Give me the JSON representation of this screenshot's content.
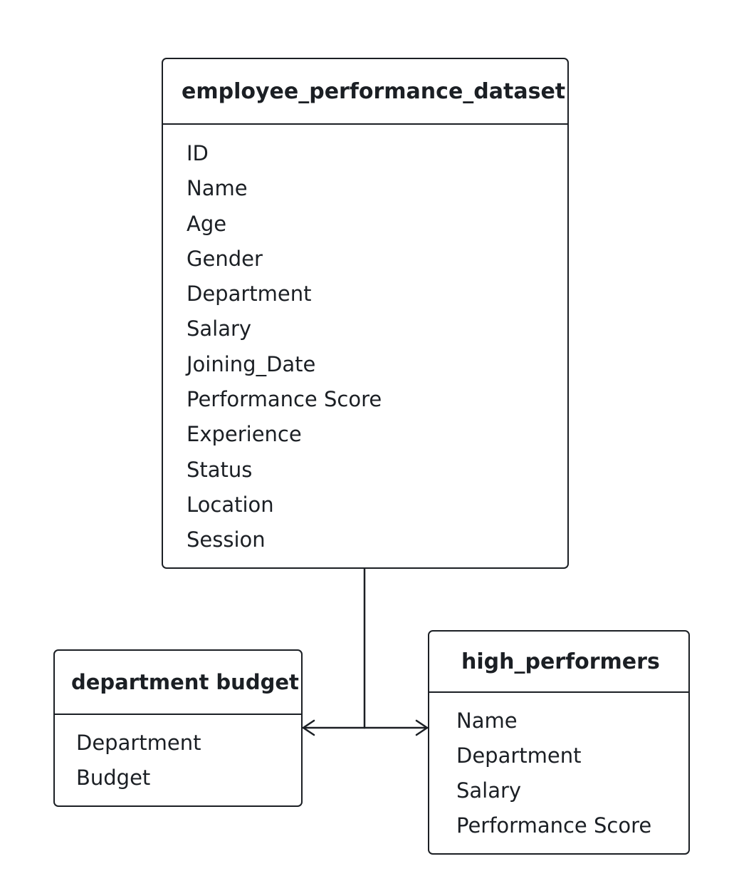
{
  "colors": {
    "stroke": "#1b1f24",
    "background": "#ffffff",
    "text": "#1b1f24"
  },
  "entities": {
    "employee_performance_dataset": {
      "title": "employee_performance_dataset",
      "fields": [
        "ID",
        "Name",
        "Age",
        "Gender",
        "Department",
        "Salary",
        "Joining_Date",
        "Performance Score",
        "Experience",
        "Status",
        "Location",
        "Session"
      ]
    },
    "department_budget": {
      "title": "department budget",
      "fields": [
        "Department",
        "Budget"
      ]
    },
    "high_performers": {
      "title": "high_performers",
      "fields": [
        "Name",
        "Department",
        "Salary",
        "Performance Score"
      ]
    }
  },
  "relationships": [
    {
      "from": "employee_performance_dataset",
      "to": "department_budget",
      "arrowhead": "open-arrow"
    },
    {
      "from": "employee_performance_dataset",
      "to": "high_performers",
      "arrowhead": "open-arrow"
    }
  ]
}
